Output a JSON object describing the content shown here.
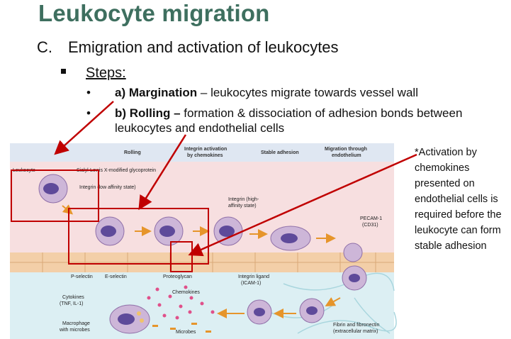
{
  "title": "Leukocyte migration",
  "subtitle": {
    "marker": "C.",
    "text": "Emigration and activation of leukocytes"
  },
  "steps_label": "Steps:",
  "bullets": [
    {
      "bold": "a) Margination",
      "rest": " – leukocytes migrate towards vessel wall"
    },
    {
      "bold": "b) Rolling –",
      "rest": " formation & dissociation of adhesion bonds between",
      "cont": "leukocytes and endothelial cells"
    }
  ],
  "side_note": "*Activation by chemokines presented on endothelial cells is required before the leukocyte can form stable adhesion",
  "figure": {
    "headers": [
      "Rolling",
      "Integrin activation",
      "by chemokines",
      "Stable adhesion",
      "Migration through",
      "endothelium"
    ],
    "labels": {
      "leukocyte": "Leukocyte",
      "sialyl": "Sialyl-Lewis X-modified glycoprotein",
      "integrin_low": "Integrin (low affinity state)",
      "integrin_high_1": "Integrin (high-",
      "integrin_high_2": "affinity state)",
      "pecam_1": "PECAM-1",
      "pecam_2": "(CD31)",
      "pselectin": "P-selectin",
      "eselectin": "E-selectin",
      "proteoglycan": "Proteoglycan",
      "integrin_ligand_1": "Integrin ligand",
      "integrin_ligand_2": "(ICAM-1)",
      "cytokines_1": "Cytokines",
      "cytokines_2": "(TNF, IL-1)",
      "chemokines": "Chemokines",
      "macrophage_1": "Macrophage",
      "macrophage_2": "with microbes",
      "microbes": "Microbes",
      "fibrin_1": "Fibrin and fibronectin",
      "fibrin_2": "(extracellular matrix)"
    }
  },
  "colors": {
    "title": "#3e6f5f",
    "annotation_red": "#c00000",
    "vessel_pink": "#f7dfe0",
    "tissue_blue": "#dceff3",
    "header_blue": "#dfe7f2",
    "cell_purple": "#cdb6d8",
    "nucleus": "#5e4a9a"
  }
}
